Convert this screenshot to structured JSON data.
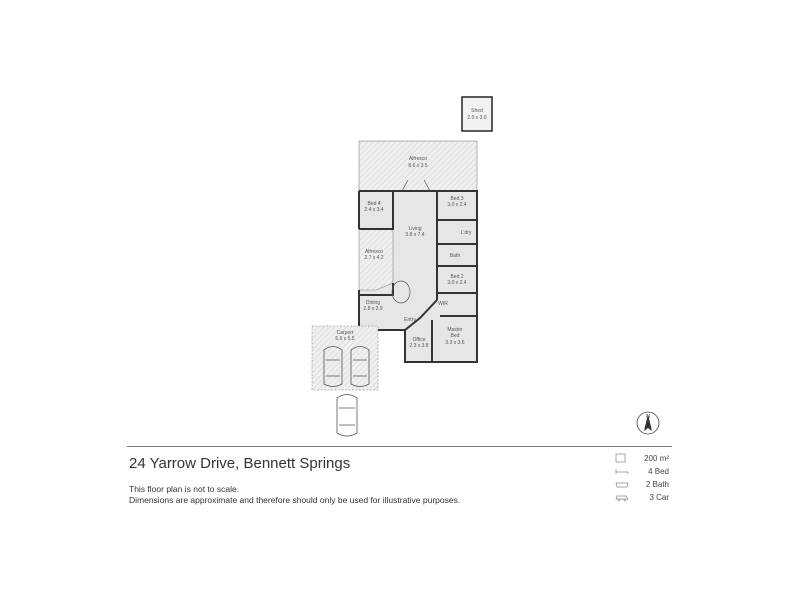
{
  "property": {
    "address": "24 Yarrow Drive, Bennett Springs",
    "note_line1": "This floor plan is not to scale.",
    "note_line2": "Dimensions are approximate and therefore should only be used for illustrative purposes."
  },
  "stats": {
    "area": "200 m²",
    "beds": "4 Bed",
    "baths": "2 Bath",
    "cars": "3 Car"
  },
  "compass": {
    "label": "N"
  },
  "rooms": {
    "shed": {
      "name": "Shed",
      "dims": "2.0 x 3.0"
    },
    "alfresco_top": {
      "name": "Alfresco",
      "dims": "8.6 x 3.5"
    },
    "bed4": {
      "name": "Bed 4",
      "dims": "2.4 x 3.4"
    },
    "bed3": {
      "name": "Bed 3",
      "dims": "3.0 x 2.4"
    },
    "living": {
      "name": "Living",
      "dims": "3.8 x 7.4"
    },
    "ldry": {
      "name": "L'dry"
    },
    "alfresco_side": {
      "name": "Alfresco",
      "dims": "2.7 x 4.2"
    },
    "bath": {
      "name": "Bath"
    },
    "bed2": {
      "name": "Bed 2",
      "dims": "3.0 x 2.4"
    },
    "dining": {
      "name": "Dining",
      "dims": "2.8 x 2.9"
    },
    "wir": {
      "name": "WIR"
    },
    "entry": {
      "name": "Entry"
    },
    "office": {
      "name": "Office",
      "dims": "2.3 x 3.8"
    },
    "master": {
      "name": "Master",
      "name2": "Bed",
      "dims": "3.3 x 3.6"
    },
    "carport": {
      "name": "Carport",
      "dims": "5.6 x 5.5"
    }
  },
  "colors": {
    "wall": "#333333",
    "floor": "#e6e6e6",
    "text": "#333333"
  },
  "icons": [
    "area-icon",
    "bed-icon",
    "bath-icon",
    "car-icon",
    "compass-icon"
  ]
}
